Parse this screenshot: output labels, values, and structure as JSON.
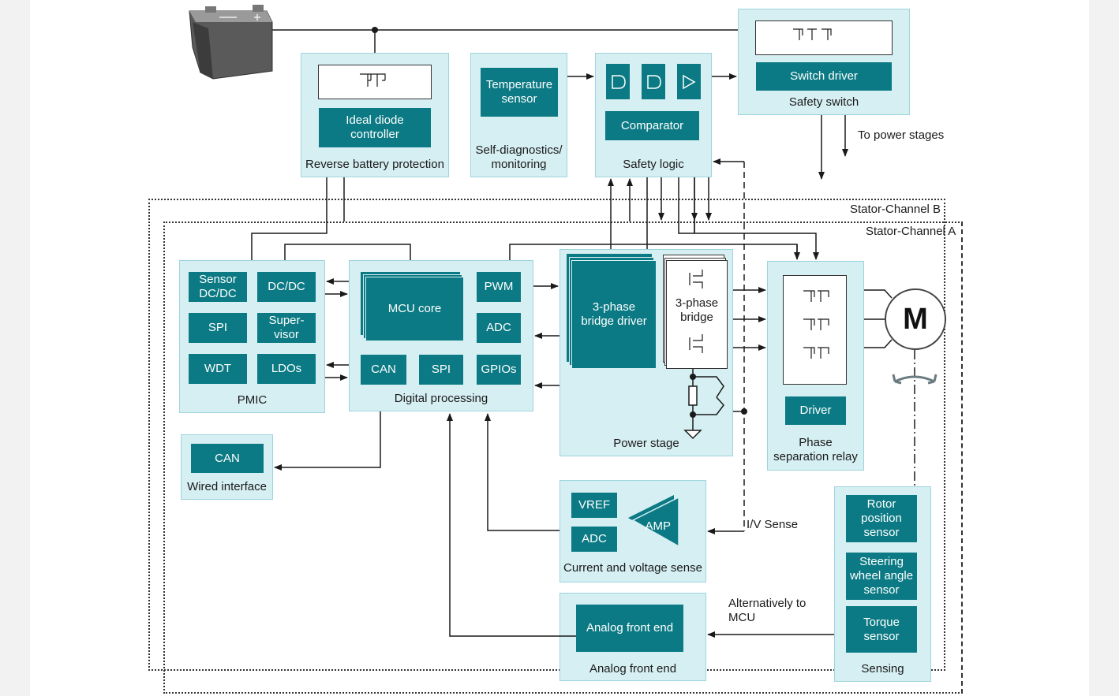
{
  "blocks": {
    "reverse_battery": {
      "label": "Reverse battery protection",
      "sub": "Ideal diode\ncontroller"
    },
    "self_diag": {
      "label": "Self-diagnostics/\nmonitoring",
      "sub": "Temperature\nsensor"
    },
    "safety_logic": {
      "label": "Safety logic",
      "sub": "Comparator"
    },
    "safety_switch": {
      "label": "Safety switch",
      "sub": "Switch driver"
    },
    "pmic": {
      "label": "PMIC",
      "items": [
        "Sensor\nDC/DC",
        "DC/DC",
        "SPI",
        "Super-\nvisor",
        "WDT",
        "LDOs"
      ]
    },
    "digital": {
      "label": "Digital processing",
      "mcu": "MCU core",
      "pwm": "PWM",
      "adc": "ADC",
      "can": "CAN",
      "spi": "SPI",
      "gpios": "GPIOs"
    },
    "power_stage": {
      "label": "Power stage",
      "driver": "3-phase\nbridge driver",
      "bridge": "3-phase\nbridge"
    },
    "relay": {
      "label": "Phase\nseparation relay",
      "driver": "Driver"
    },
    "wired": {
      "label": "Wired interface",
      "can": "CAN"
    },
    "cv_sense": {
      "label": "Current and voltage sense",
      "vref": "VREF",
      "adc": "ADC",
      "amp": "AMP"
    },
    "afe": {
      "label": "Analog front end",
      "inner": "Analog front end"
    },
    "sensing": {
      "label": "Sensing",
      "items": [
        "Rotor\nposition\nsensor",
        "Steering\nwheel angle\nsensor",
        "Torque\nsensor"
      ]
    }
  },
  "channels": {
    "a": "Stator-Channel A",
    "b": "Stator-Channel B"
  },
  "annotations": {
    "to_power": "To power stages",
    "iv_sense": "I/V Sense",
    "alt_mcu": "Alternatively to\nMCU"
  },
  "motor": "M",
  "colors": {
    "block_fill": "#d6eff3",
    "block_border": "#9fd4dd",
    "teal": "#0b7a84",
    "line": "#1a1a1a"
  },
  "icons": [
    "battery-icon",
    "mosfet-icon",
    "and-gate-icon",
    "buffer-gate-icon",
    "shunt-resistor-icon",
    "ground-icon",
    "rotation-arrow-icon"
  ]
}
